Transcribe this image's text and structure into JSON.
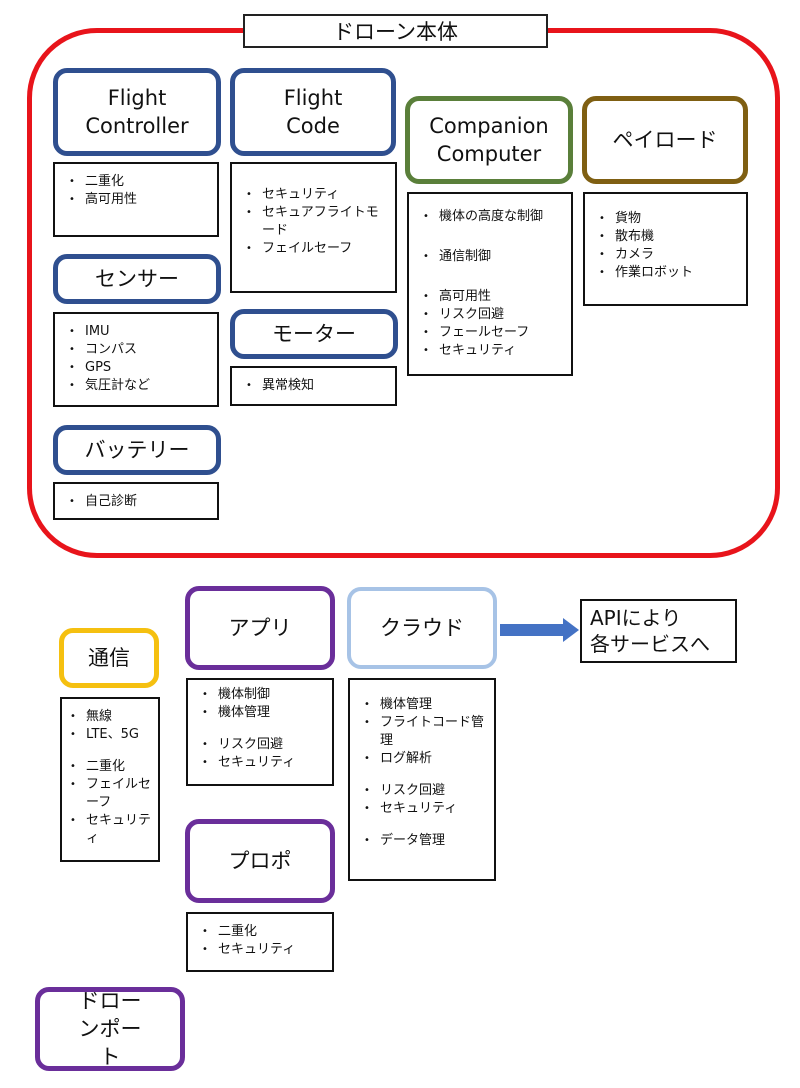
{
  "drone_body": {
    "title": "ドローン本体",
    "flight_controller": {
      "label": "Flight Controller",
      "items": [
        "二重化",
        "高可用性"
      ]
    },
    "flight_code": {
      "label": "Flight Code",
      "items": [
        "セキュリティ",
        "セキュアフライトモード",
        "フェイルセーフ"
      ]
    },
    "companion_computer": {
      "label": "Companion Computer",
      "items": [
        "機体の高度な制御",
        "通信制御",
        "高可用性",
        "リスク回避",
        "フェールセーフ",
        "セキュリティ"
      ]
    },
    "payload": {
      "label": "ペイロード",
      "items": [
        "貨物",
        "散布機",
        "カメラ",
        "作業ロボット"
      ]
    },
    "sensor": {
      "label": "センサー",
      "items": [
        "IMU",
        "コンパス",
        "GPS",
        "気圧計など"
      ]
    },
    "motor": {
      "label": "モーター",
      "items": [
        "異常検知"
      ]
    },
    "battery": {
      "label": "バッテリー",
      "items": [
        "自己診断"
      ]
    }
  },
  "communication": {
    "label": "通信",
    "items": [
      "無線",
      "LTE、5G",
      "二重化",
      "フェイルセーフ",
      "セキュリティ"
    ]
  },
  "app": {
    "label": "アプリ",
    "items": [
      "機体制御",
      "機体管理",
      "リスク回避",
      "セキュリティ"
    ]
  },
  "cloud": {
    "label": "クラウド",
    "items": [
      "機体管理",
      "フライトコード管理",
      "ログ解析",
      "リスク回避",
      "セキュリティ",
      "データ管理"
    ]
  },
  "api": {
    "line1": "APIにより",
    "line2": "各サービスへ"
  },
  "propo": {
    "label": "プロポ",
    "items": [
      "二重化",
      "セキュリティ"
    ]
  },
  "drone_port": {
    "label": "ドローンポート"
  },
  "colors": {
    "frame": "#e8141b",
    "blue": "#2f4f8f",
    "green": "#5a7f3a",
    "olive": "#7f5f12",
    "purple": "#6a2e9a",
    "light_blue": "#a7c3e6",
    "yellow": "#f5c010",
    "arrow": "#4472c4"
  }
}
